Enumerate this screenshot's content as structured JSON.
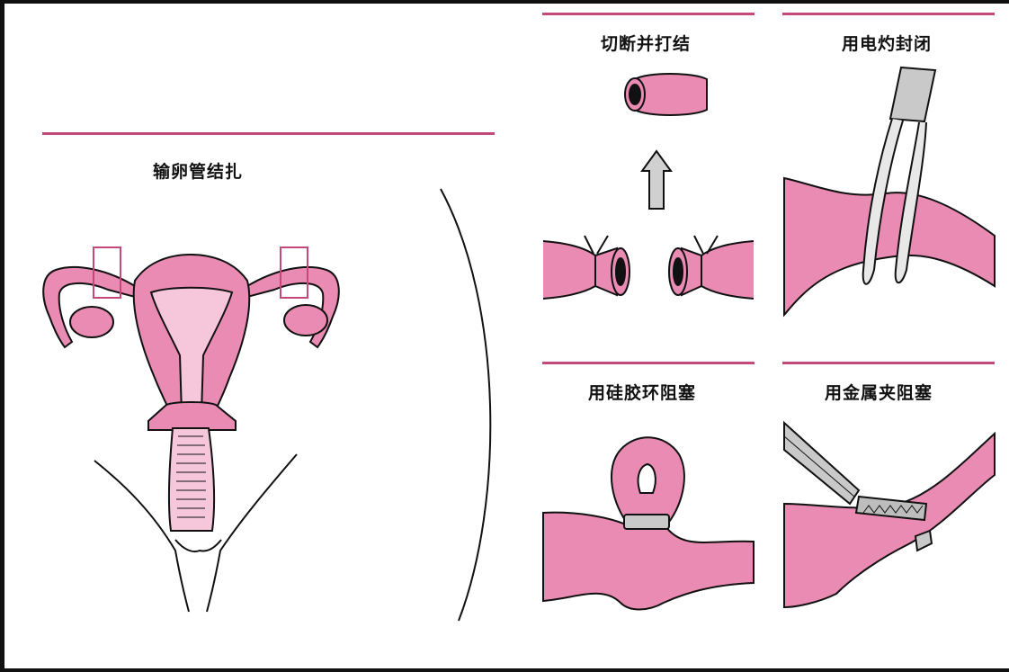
{
  "labels": {
    "main": "输卵管结扎",
    "cut_tie": "切断并打结",
    "cautery": "用电灼封闭",
    "silicone_ring": "用硅胶环阻塞",
    "metal_clip": "用金属夹阻塞"
  },
  "colors": {
    "tissue_pink": "#e98bb3",
    "tissue_light": "#f6c6da",
    "rule_magenta": "#c2497a",
    "outline": "#111111",
    "instrument_gray": "#c9c9c9"
  }
}
